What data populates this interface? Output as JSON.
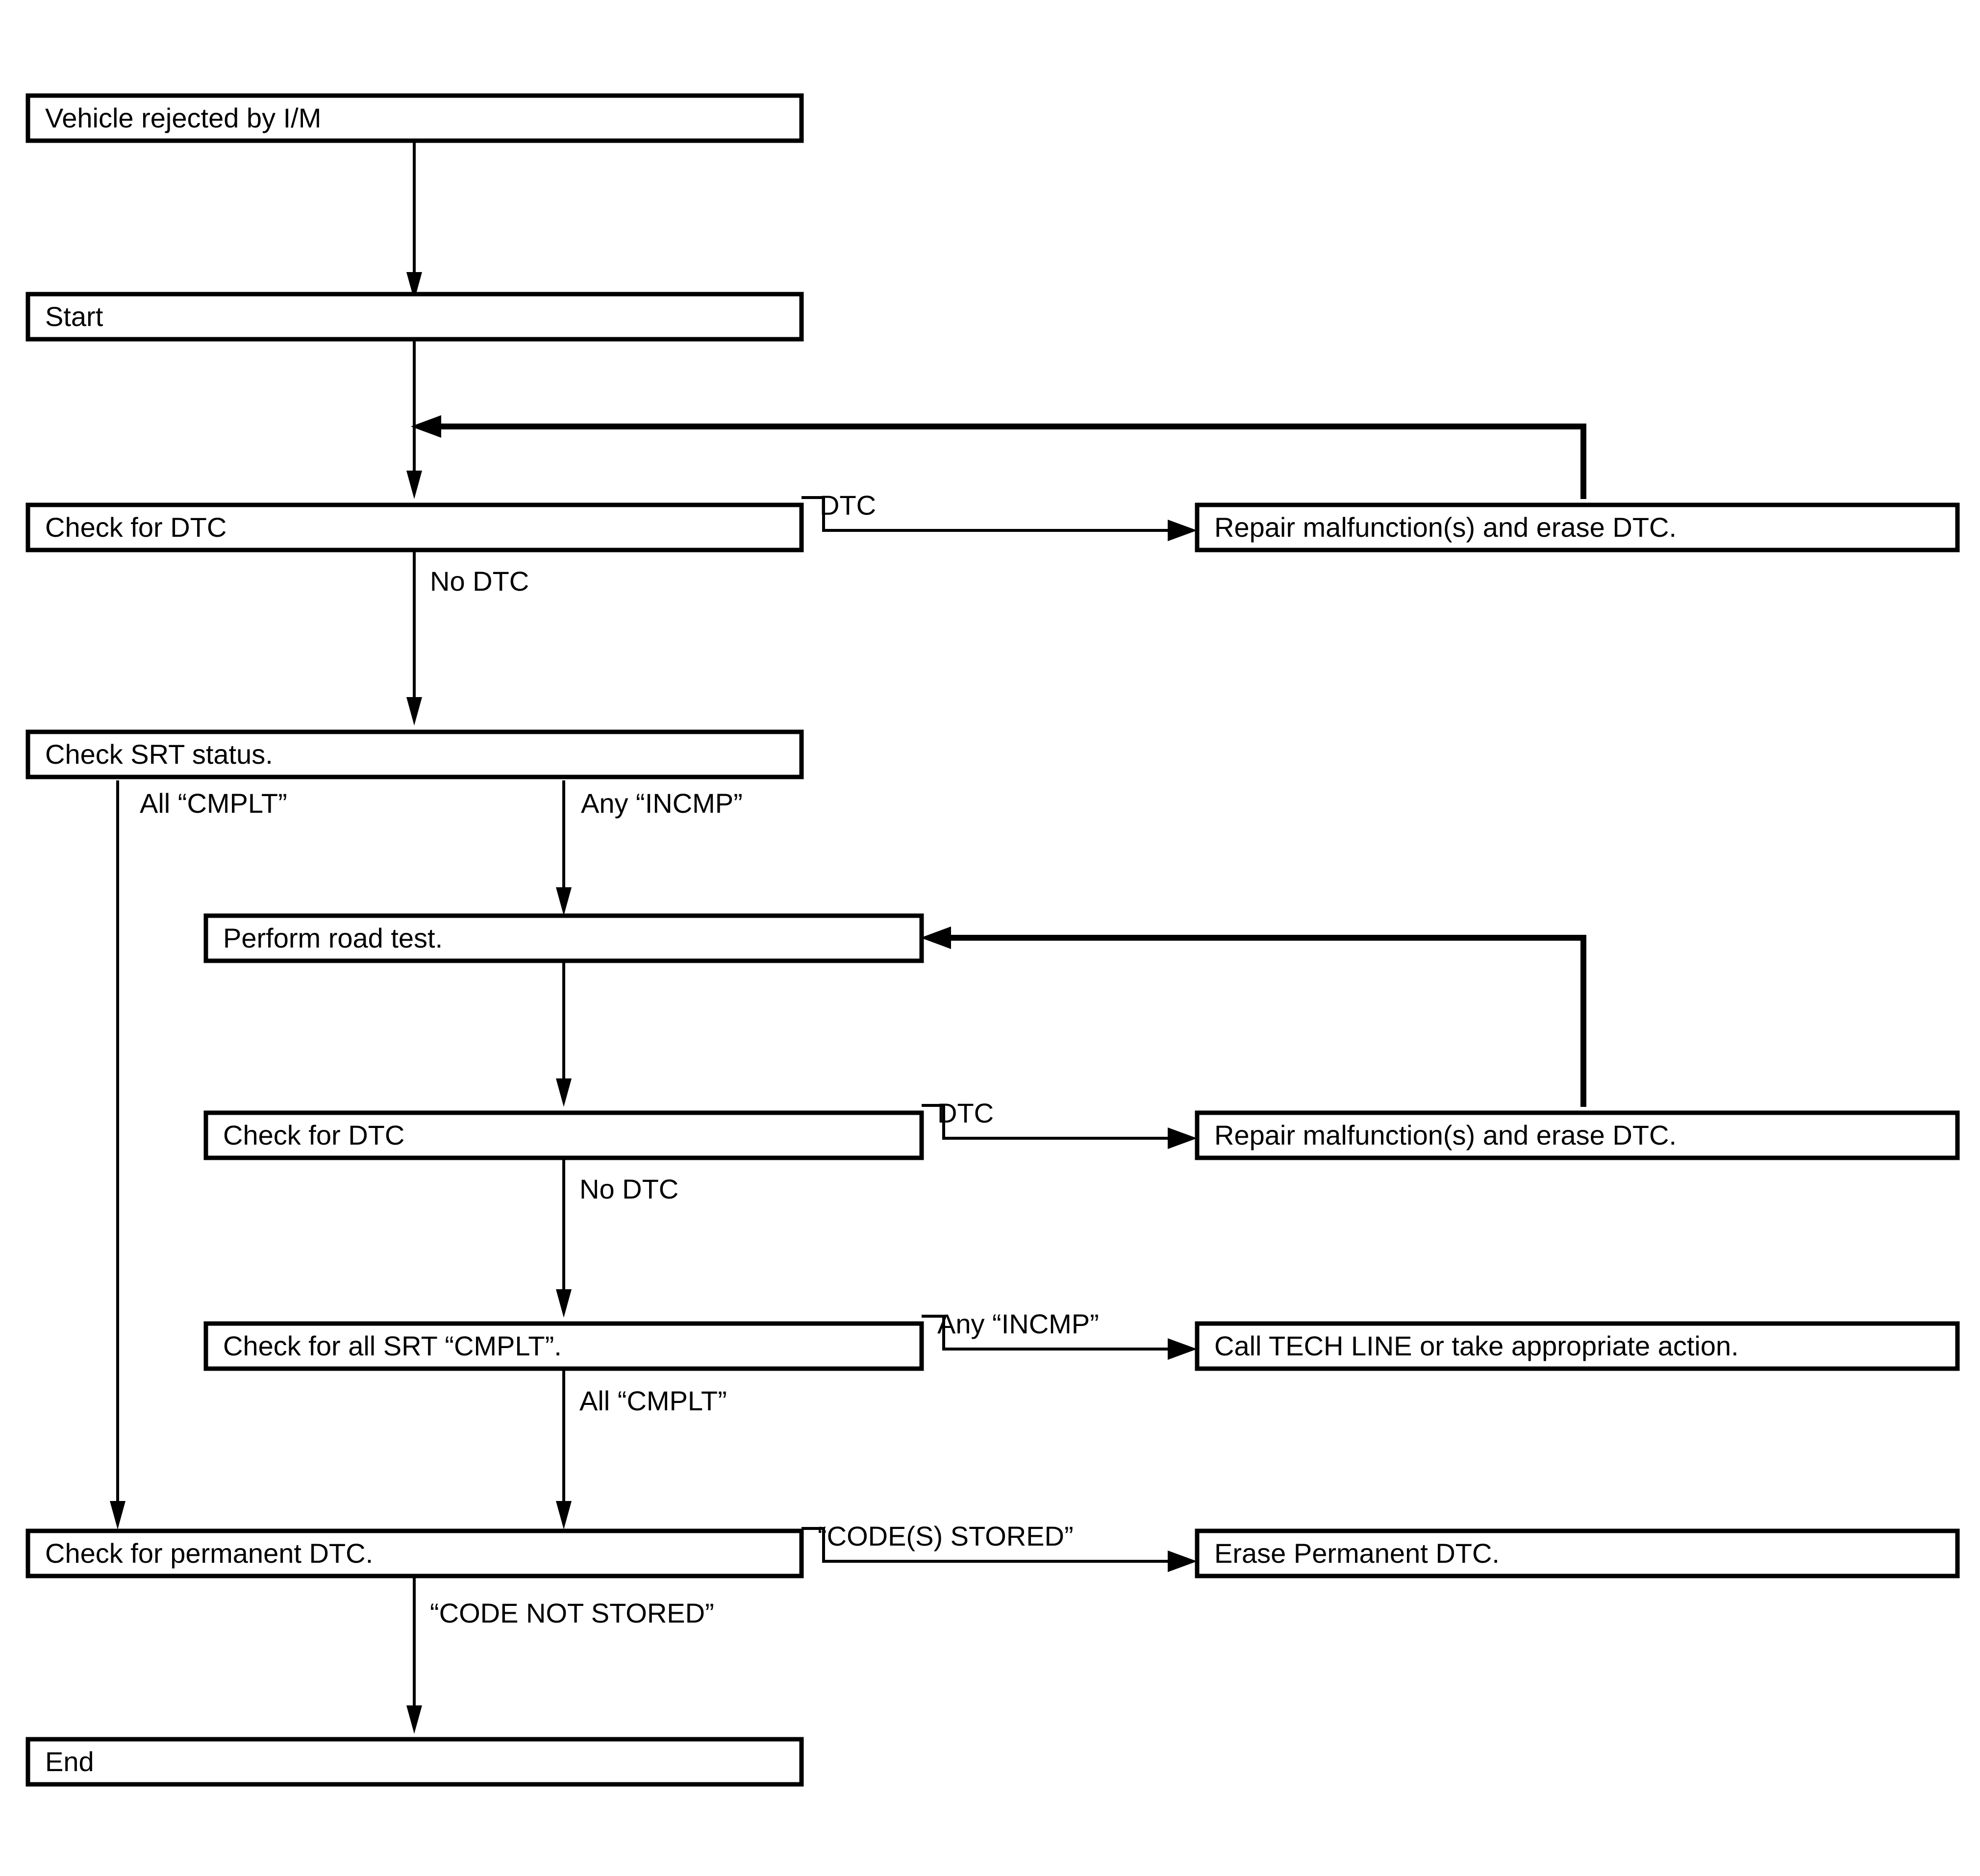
{
  "diagram": {
    "title": "I/M Readiness Verification Flow",
    "background_color": "#ffffff",
    "line_color": "#000000",
    "text_color": "#000000",
    "nodes": {
      "vehicle_rejected": "Vehicle rejected by I/M",
      "start": "Start",
      "check_dtc_1": "Check for DTC",
      "repair_1": "Repair malfunction(s) and erase DTC.",
      "check_srt_status": "Check SRT status.",
      "perform_road_test": "Perform road test.",
      "check_dtc_2": "Check for DTC",
      "repair_2": "Repair malfunction(s) and erase DTC.",
      "check_all_srt_cmplt": "Check for all SRT “CMPLT”.",
      "call_tech_line": "Call TECH LINE or take appropriate action.",
      "check_permanent_dtc": "Check for permanent DTC.",
      "erase_permanent_dtc": "Erase Permanent DTC.",
      "end": "End"
    },
    "edge_labels": {
      "dtc_1": "DTC",
      "no_dtc_1": "No DTC",
      "all_cmplt_1": "All “CMPLT”",
      "any_incmp_1": "Any “INCMP”",
      "dtc_2": "DTC",
      "no_dtc_2": "No DTC",
      "any_incmp_2": "Any “INCMP”",
      "all_cmplt_2": "All “CMPLT”",
      "codes_stored": "“CODE(S) STORED”",
      "code_not_stored": "“CODE NOT STORED”"
    }
  }
}
